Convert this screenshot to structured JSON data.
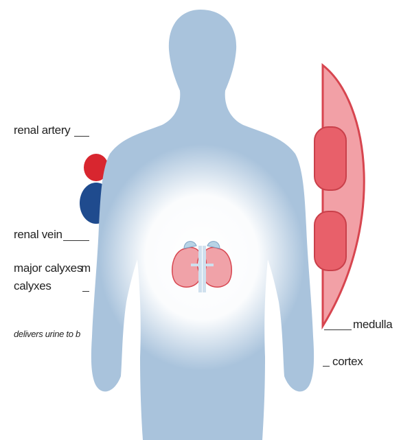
{
  "labels": {
    "renal_artery": "renal artery",
    "renal_vein": "renal vein",
    "major_calyxes": "major calyxes",
    "minor_fragment": "m",
    "calyxes": "calyxes",
    "delivers": "delivers urine to b",
    "medulla": "medulla",
    "cortex": "cortex"
  },
  "colors": {
    "body": "#a9c3dc",
    "glow": "#ffffff",
    "kidney_outer": "#f2a0a6",
    "kidney_edge": "#d7454f",
    "medulla_pyramid": "#e8606a",
    "artery": "#d8262f",
    "vein": "#1f4b8e",
    "label_text": "#222222"
  },
  "icons": {
    "body_silhouette": "human-body-icon",
    "kidneys": "kidney-icon"
  }
}
